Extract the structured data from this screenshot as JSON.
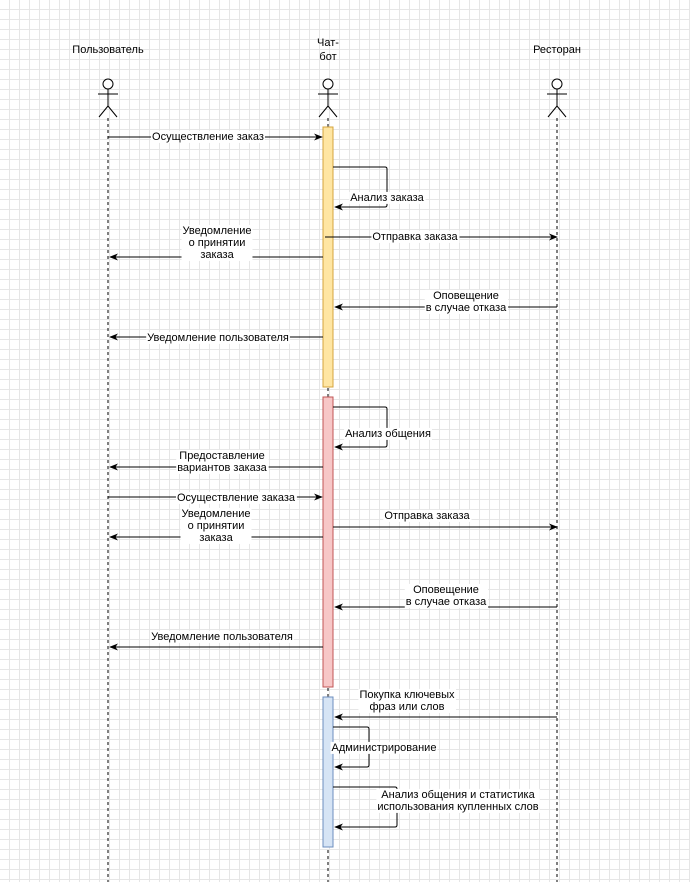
{
  "actors": [
    {
      "id": "user",
      "name_lines": [
        "Пользователь"
      ]
    },
    {
      "id": "bot",
      "name_lines": [
        "Чат-",
        "бот"
      ]
    },
    {
      "id": "restaurant",
      "name_lines": [
        "Ресторан"
      ]
    }
  ],
  "activations": [
    {
      "id": "order",
      "color": "#ffe6a3",
      "stroke": "#d6a43d"
    },
    {
      "id": "chat",
      "color": "#f7c7c7",
      "stroke": "#c05555"
    },
    {
      "id": "admin",
      "color": "#d6e4f5",
      "stroke": "#6c8ebf"
    }
  ],
  "messages": [
    {
      "id": "m1",
      "from": "user",
      "to": "bot",
      "lines": [
        "Осуществление заказ"
      ]
    },
    {
      "id": "m2",
      "from": "bot",
      "to": "bot",
      "lines": [
        "Анализ заказа"
      ]
    },
    {
      "id": "m3",
      "from": "bot",
      "to": "restaurant",
      "lines": [
        "Отправка заказа"
      ]
    },
    {
      "id": "m4",
      "from": "bot",
      "to": "user",
      "lines": [
        "Уведомление",
        "о принятии",
        "заказа"
      ]
    },
    {
      "id": "m5",
      "from": "restaurant",
      "to": "bot",
      "lines": [
        "Оповещение",
        "в случае отказа"
      ]
    },
    {
      "id": "m6",
      "from": "bot",
      "to": "user",
      "lines": [
        "Уведомление пользователя"
      ]
    },
    {
      "id": "m7",
      "from": "bot",
      "to": "bot",
      "lines": [
        "Анализ общения"
      ]
    },
    {
      "id": "m8",
      "from": "bot",
      "to": "user",
      "lines": [
        "Предоставление",
        "вариантов заказа"
      ]
    },
    {
      "id": "m9",
      "from": "user",
      "to": "bot",
      "lines": [
        "Осуществление заказа"
      ]
    },
    {
      "id": "m10",
      "from": "bot",
      "to": "restaurant",
      "lines": [
        "Отправка заказа"
      ]
    },
    {
      "id": "m11",
      "from": "bot",
      "to": "user",
      "lines": [
        "Уведомление",
        "о принятии",
        "заказа"
      ]
    },
    {
      "id": "m12",
      "from": "restaurant",
      "to": "bot",
      "lines": [
        "Оповещение",
        "в случае отказа"
      ]
    },
    {
      "id": "m13",
      "from": "bot",
      "to": "user",
      "lines": [
        "Уведомление пользователя"
      ]
    },
    {
      "id": "m14",
      "from": "restaurant",
      "to": "bot",
      "lines": [
        "Покупка ключевых",
        "фраз или слов"
      ]
    },
    {
      "id": "m15",
      "from": "bot",
      "to": "bot",
      "lines": [
        "Администрирование"
      ]
    },
    {
      "id": "m16",
      "from": "bot",
      "to": "bot",
      "lines": [
        "Анализ общения и статистика",
        "использования купленных слов"
      ]
    }
  ]
}
